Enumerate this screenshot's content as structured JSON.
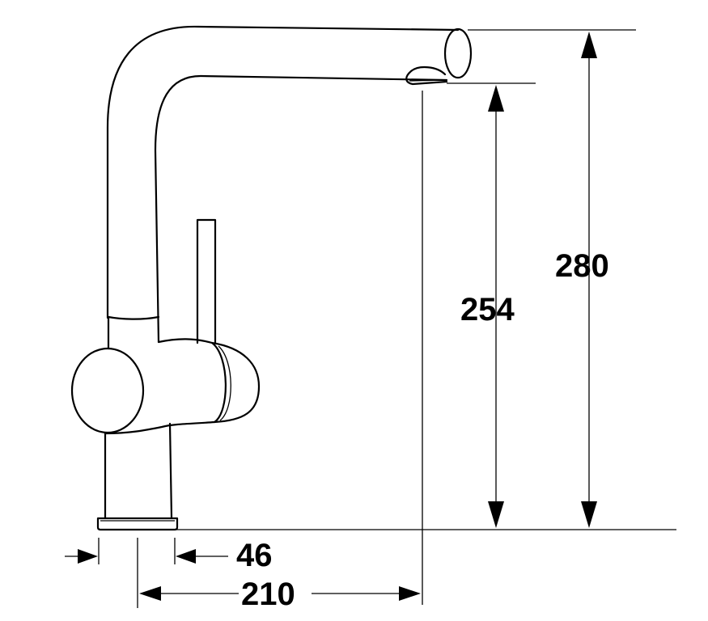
{
  "dimensions": {
    "total_height": "280",
    "spout_height": "254",
    "base_width": "46",
    "reach": "210"
  },
  "colors": {
    "line": "#000000",
    "background": "#ffffff"
  }
}
